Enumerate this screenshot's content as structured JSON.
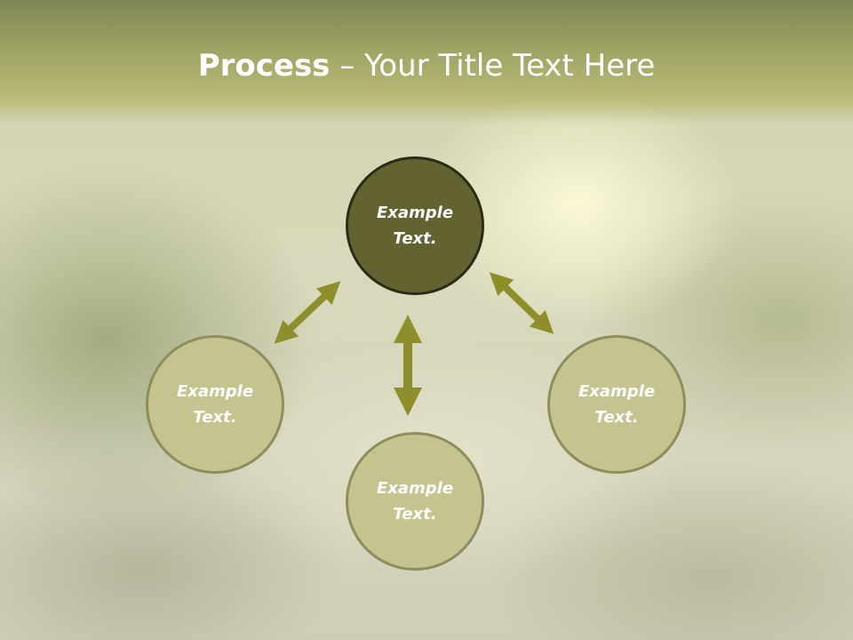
{
  "title": {
    "bold": "Process",
    "rest": " – Your Title Text Here"
  },
  "nodes": {
    "top": "Example Text.",
    "left": "Example Text.",
    "right": "Example Text.",
    "bottom": "Example Text."
  },
  "colors": {
    "center_fill": "#636332",
    "outer_fill": "#c5c48e",
    "arrow": "#8e8e2a",
    "header": "#a2a666"
  }
}
